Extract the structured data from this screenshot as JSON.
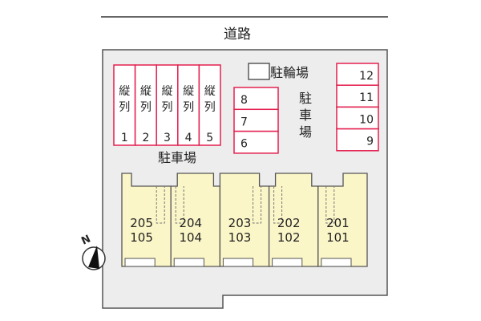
{
  "road": {
    "label": "道路"
  },
  "bicycle_parking": {
    "label": "駐輪場"
  },
  "parking_lot": {
    "label": "駐車場",
    "stall_label_chars": [
      "縦",
      "列"
    ],
    "vertical_stalls": [
      "1",
      "2",
      "3",
      "4",
      "5"
    ],
    "middle_stalls": [
      "8",
      "7",
      "6"
    ],
    "right_stalls": [
      "12",
      "11",
      "10",
      "9"
    ],
    "vertical_label_chars": [
      "駐",
      "車",
      "場"
    ]
  },
  "building": {
    "units": [
      {
        "upper": "205",
        "lower": "105"
      },
      {
        "upper": "204",
        "lower": "104"
      },
      {
        "upper": "203",
        "lower": "103"
      },
      {
        "upper": "202",
        "lower": "102"
      },
      {
        "upper": "201",
        "lower": "101"
      }
    ]
  },
  "compass": {
    "label": "N"
  },
  "colors": {
    "site_fill": "#ededed",
    "site_stroke": "#555555",
    "stall_stroke": "#e4204f",
    "stall_fill": "#ffffff",
    "unit_fill": "#fbf6c8",
    "unit_stroke": "#555555",
    "text": "#222222"
  }
}
